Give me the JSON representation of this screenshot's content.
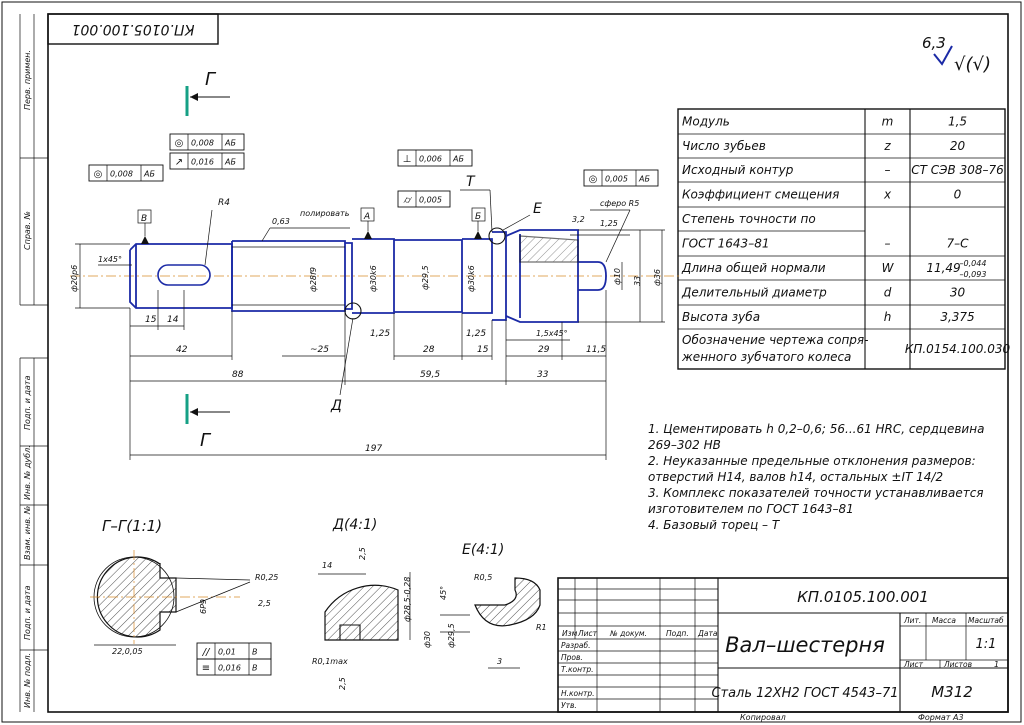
{
  "stamp_rotated": "КП.0105.100.001",
  "side_labels": [
    "Перв. примен.",
    "Справ. №",
    "Подп. и дата",
    "Инв. № дубл.",
    "Взам. инв. №",
    "Подп. и дата",
    "Инв. № подл."
  ],
  "roughness": {
    "value": "6,3",
    "symbol": "√(√)"
  },
  "gear_params": {
    "rows": [
      {
        "name": "Модуль",
        "sym": "m",
        "val": "1,5"
      },
      {
        "name": "Число зубьев",
        "sym": "z",
        "val": "20"
      },
      {
        "name": "Исходный контур",
        "sym": "–",
        "val": "СТ СЭВ 308–76"
      },
      {
        "name": "Коэффициент смещения",
        "sym": "x",
        "val": "0"
      },
      {
        "name": "Степень точности по",
        "sym": "",
        "val": ""
      },
      {
        "name": "ГОСТ 1643–81",
        "sym": "–",
        "val": "7–С"
      },
      {
        "name": "Длина общей нормали",
        "sym": "W",
        "val": "11,49",
        "tol_upper": "–0,044",
        "tol_lower": "–0,093"
      },
      {
        "name": "Делительный диаметр",
        "sym": "d",
        "val": "30"
      },
      {
        "name": "Высота зуба",
        "sym": "h",
        "val": "3,375"
      },
      {
        "name": "Обозначение чертежа сопря-",
        "name2": "женного зубчатого колеса",
        "sym": "",
        "val": "КП.0154.100.030"
      }
    ]
  },
  "notes": [
    "1. Цементировать h 0,2–0,6; 56...61 HRC, сердцевина",
    "269–302 HB",
    "2. Неуказанные предельные отклонения размеров:",
    "отверстий H14, валов h14, остальных ±IT 14/2",
    "3. Комплекс показателей точности устанавливается",
    "изготовителем по ГОСТ 1643–81",
    "4. Базовый торец – Т"
  ],
  "title_block": {
    "doc_number": "КП.0105.100.001",
    "title": "Вал–шестерня",
    "material": "Сталь 12ХН2 ГОСТ 4543–71",
    "group": "М312",
    "lit_label": "Лит.",
    "mass_label": "Масса",
    "scale_label": "Масштаб",
    "scale_value": "1:1",
    "sheet_label": "Лист",
    "sheets_label": "Листов",
    "sheets_value": "1",
    "row_labels": [
      "Изм",
      "Лист",
      "№ докум.",
      "Подп.",
      "Дата"
    ],
    "roles": [
      "Разраб.",
      "Пров.",
      "Т.контр.",
      "",
      "Н.контр.",
      "Утв."
    ],
    "copied": "Копировал",
    "format": "Формат А3"
  },
  "views": {
    "section_g": "Г–Г(1:1)",
    "detail_d": "Д(4:1)",
    "detail_e": "Е(4:1)",
    "cut_letter": "Г",
    "letter_d": "Д",
    "letter_e": "Е",
    "letter_t": "Т"
  },
  "main_dims": {
    "overall": "197",
    "d88": "88",
    "d42": "42",
    "d15": "15",
    "d14": "14",
    "d25": "~25",
    "d125a": "1,25",
    "d125b": "1,25",
    "d28": "28",
    "d15b": "15",
    "d29": "29",
    "d115": "11,5",
    "d595": "59,5",
    "d33": "33",
    "d33v": "33",
    "r4": "R4",
    "chamfer1": "1x45°",
    "chamfer2": "1,5x45°",
    "rough063": "0,63",
    "polish": "полировать",
    "d32": "3,2",
    "d125c": "1,25",
    "sphere": "сферо R5",
    "dia_20": "ф20р6",
    "dia_28": "ф28f9",
    "dia_30a": "ф30k6",
    "dia_295": "ф29,5",
    "dia_30b": "ф30k6",
    "dia_10": "ф10",
    "dia_36": "ф36",
    "base_b": "В",
    "base_a": "А",
    "base_b2": "Б"
  },
  "frames": [
    {
      "sym": "◎",
      "val": "0,008",
      "base": "АБ"
    },
    {
      "sym": "◎",
      "val": "0,008",
      "base": "АБ"
    },
    {
      "sym": "↗",
      "val": "0,016",
      "base": "АБ"
    },
    {
      "sym": "⊥",
      "val": "0,006",
      "base": "АБ"
    },
    {
      "sym": "⌭",
      "val": "0,005",
      "base": ""
    },
    {
      "sym": "◎",
      "val": "0,005",
      "base": "АБ"
    },
    {
      "sym": "//",
      "val": "0,01",
      "base": "В"
    },
    {
      "sym": "≡",
      "val": "0,016",
      "base": "В"
    }
  ],
  "section_dims": {
    "width": "22,0,05",
    "key": "6P9",
    "r025": "R0,25",
    "d25": "2,5"
  },
  "detail_d_dims": {
    "d14": "14",
    "d25": "2,5",
    "dia": "ф28,5-0,28",
    "r01": "R0,1max",
    "d25b": "2,5"
  },
  "detail_e_dims": {
    "r05": "R0,5",
    "angle": "45°",
    "dia30": "ф30",
    "dia295": "ф29,5",
    "r1": "R1",
    "d3": "3"
  }
}
